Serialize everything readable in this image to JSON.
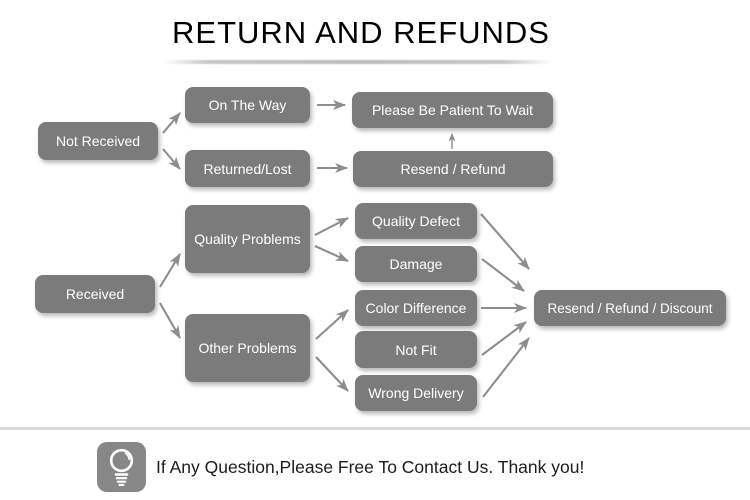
{
  "title": "RETURN AND REFUNDS",
  "nodes": {
    "not_received": "Not Received",
    "on_the_way": "On The Way",
    "returned_lost": "Returned/Lost",
    "please_wait": "Please Be Patient To Wait",
    "resend_refund": "Resend / Refund",
    "received": "Received",
    "quality_problems": "Quality Problems",
    "other_problems": "Other Problems",
    "quality_defect": "Quality Defect",
    "damage": "Damage",
    "color_difference": "Color Difference",
    "not_fit": "Not Fit",
    "wrong_delivery": "Wrong Delivery",
    "resend_refund_discount": "Resend / Refund / Discount"
  },
  "edges": [
    {
      "from": "not_received",
      "to": "on_the_way"
    },
    {
      "from": "not_received",
      "to": "returned_lost"
    },
    {
      "from": "on_the_way",
      "to": "please_wait"
    },
    {
      "from": "returned_lost",
      "to": "resend_refund"
    },
    {
      "from": "resend_refund",
      "to": "please_wait"
    },
    {
      "from": "received",
      "to": "quality_problems"
    },
    {
      "from": "received",
      "to": "other_problems"
    },
    {
      "from": "quality_problems",
      "to": "quality_defect"
    },
    {
      "from": "quality_problems",
      "to": "damage"
    },
    {
      "from": "other_problems",
      "to": "color_difference"
    },
    {
      "from": "other_problems",
      "to": "wrong_delivery"
    },
    {
      "from": "quality_defect",
      "to": "resend_refund_discount"
    },
    {
      "from": "damage",
      "to": "resend_refund_discount"
    },
    {
      "from": "color_difference",
      "to": "resend_refund_discount"
    },
    {
      "from": "not_fit",
      "to": "resend_refund_discount"
    },
    {
      "from": "wrong_delivery",
      "to": "resend_refund_discount"
    }
  ],
  "footer": {
    "icon": "light-bulb-icon",
    "text": "If Any Question,Please Free To Contact Us. Thank you!"
  },
  "colors": {
    "node_fill": "#7b7b7b",
    "node_text": "#ffffff",
    "arrow": "#8d8d8d",
    "title": "#000000",
    "divider": "#d8d8d8",
    "icon_bg": "#878787"
  }
}
